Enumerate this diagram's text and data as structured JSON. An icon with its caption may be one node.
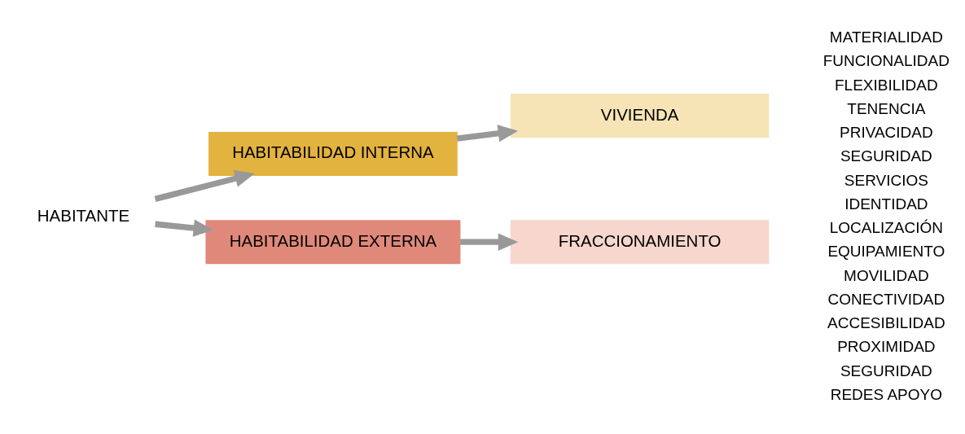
{
  "diagram": {
    "nodes": [
      {
        "text": [
          "HABITABILIDAD INTERNA"
        ]
      },
      {
        "text": [
          "VIVIENDA"
        ]
      },
      {
        "text": [
          "HABITANTE"
        ]
      },
      {
        "text": [
          "HABITABILIDAD EXTERNA"
        ]
      },
      {
        "text": [
          "FRACCIONAMIENTO"
        ]
      }
    ],
    "edges": [
      {
        "from": 0,
        "to": 1,
        "arrow": "to"
      },
      {
        "from": 2,
        "to": 0,
        "arrow": "to"
      },
      {
        "from": 2,
        "to": 3,
        "arrow": "to"
      },
      {
        "from": 3,
        "to": 4,
        "arrow": "to"
      }
    ],
    "labels": [
      "MATERIALIDAD",
      "FUNCIONALIDAD",
      "FLEXIBILIDAD",
      "TENENCIA",
      "PRIVACIDAD",
      "SEGURIDAD",
      "SERVICIOS",
      "IDENTIDAD",
      "LOCALIZACIÓN",
      "EQUIPAMIENTO",
      "MOVILIDAD",
      "CONECTIVIDAD",
      "ACCESIBILIDAD",
      "PROXIMIDAD",
      "SEGURIDAD",
      "REDES APOYO"
    ]
  }
}
